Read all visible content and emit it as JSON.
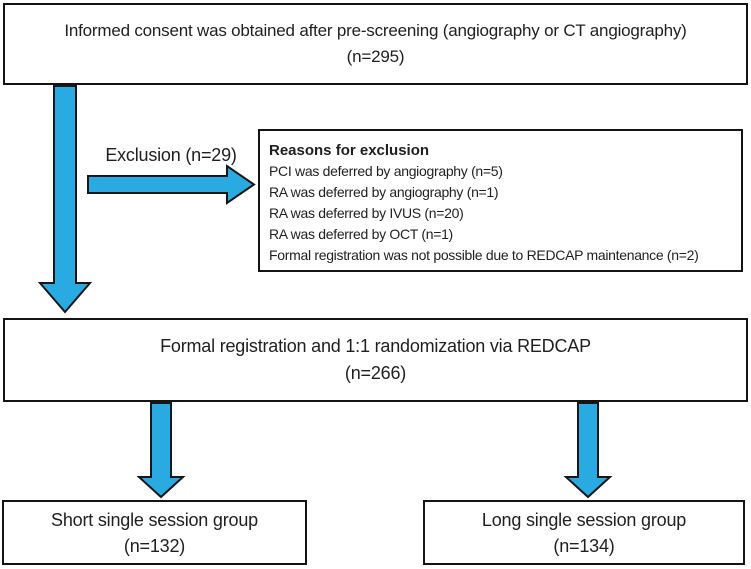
{
  "colors": {
    "arrow_fill": "#29ABE2",
    "arrow_stroke": "#161616",
    "box_border": "#141414",
    "text": "#1f1f1f",
    "background": "#ffffff"
  },
  "boxes": {
    "consent": {
      "line1": "Informed consent was obtained after pre-screening (angiography or CT angiography)",
      "line2": "(n=295)"
    },
    "randomization": {
      "line1": "Formal registration and 1:1 randomization via REDCAP",
      "line2": "(n=266)"
    },
    "short_group": {
      "line1": "Short single session group",
      "line2": "(n=132)"
    },
    "long_group": {
      "line1": "Long single session group",
      "line2": "(n=134)"
    }
  },
  "exclusion": {
    "label": "Exclusion (n=29)",
    "title": "Reasons for exclusion",
    "items": [
      "PCI was deferred by angiography (n=5)",
      "RA was deferred by angiography (n=1)",
      "RA was deferred by IVUS (n=20)",
      "RA was deferred by OCT (n=1)",
      "Formal registration was not possible due to REDCAP maintenance (n=2)"
    ]
  }
}
